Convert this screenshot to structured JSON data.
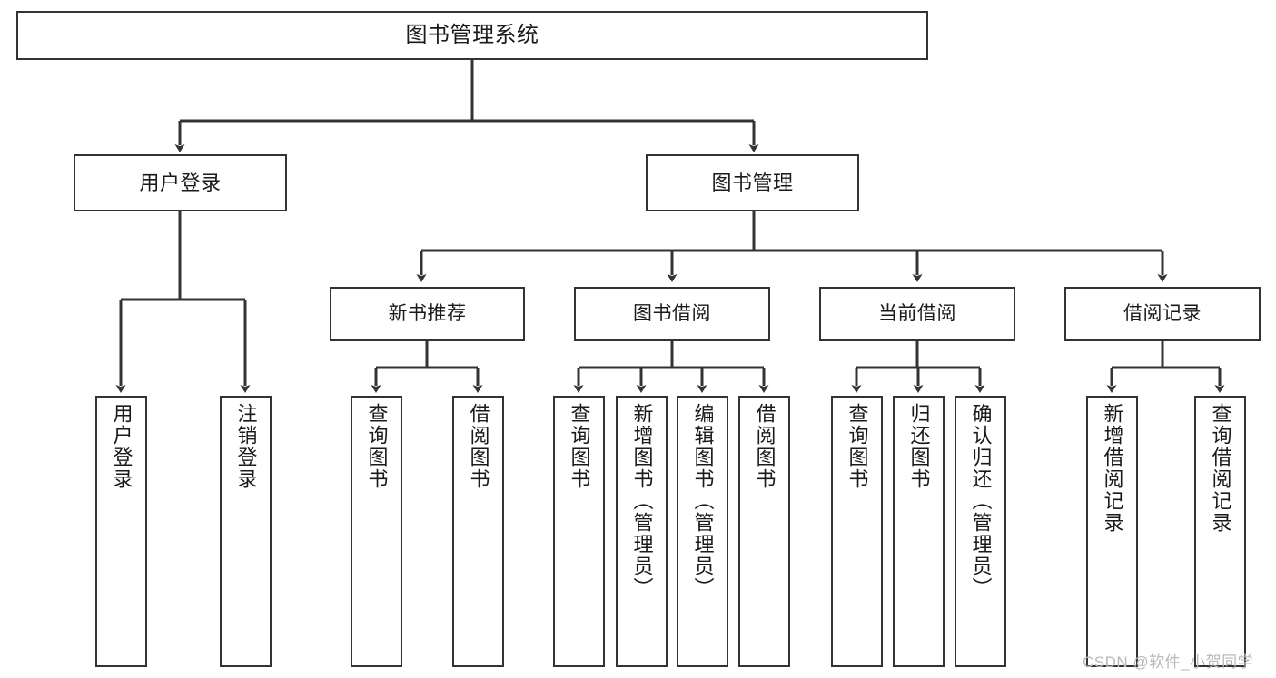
{
  "diagram": {
    "title": "图书管理系统",
    "type": "tree-hierarchy-diagram",
    "stroke_color": "#333333",
    "fill_color": "#ffffff",
    "text_color": "#1a1a1a"
  },
  "watermark": {
    "text": "CSDN @软件_小贺同学",
    "color": "#b8b8b8"
  },
  "nodes": {
    "root": {
      "label": "图书管理系统"
    },
    "level2": [
      {
        "label": "用户登录"
      },
      {
        "label": "图书管理"
      }
    ],
    "level3": [
      {
        "label": "新书推荐"
      },
      {
        "label": "图书借阅"
      },
      {
        "label": "当前借阅"
      },
      {
        "label": "借阅记录"
      }
    ],
    "leaves": [
      {
        "label": "用户登录",
        "parent": "用户登录"
      },
      {
        "label": "注销登录",
        "parent": "用户登录"
      },
      {
        "label": "查询图书",
        "parent": "新书推荐"
      },
      {
        "label": "借阅图书",
        "parent": "新书推荐"
      },
      {
        "label": "查询图书",
        "parent": "图书借阅"
      },
      {
        "label": "新增图书（管理员）",
        "parent": "图书借阅"
      },
      {
        "label": "编辑图书（管理员）",
        "parent": "图书借阅"
      },
      {
        "label": "借阅图书",
        "parent": "图书借阅"
      },
      {
        "label": "查询图书",
        "parent": "当前借阅"
      },
      {
        "label": "归还图书",
        "parent": "当前借阅"
      },
      {
        "label": "确认归还（管理员）",
        "parent": "当前借阅"
      },
      {
        "label": "新增借阅记录",
        "parent": "借阅记录"
      },
      {
        "label": "查询借阅记录",
        "parent": "借阅记录"
      }
    ]
  }
}
